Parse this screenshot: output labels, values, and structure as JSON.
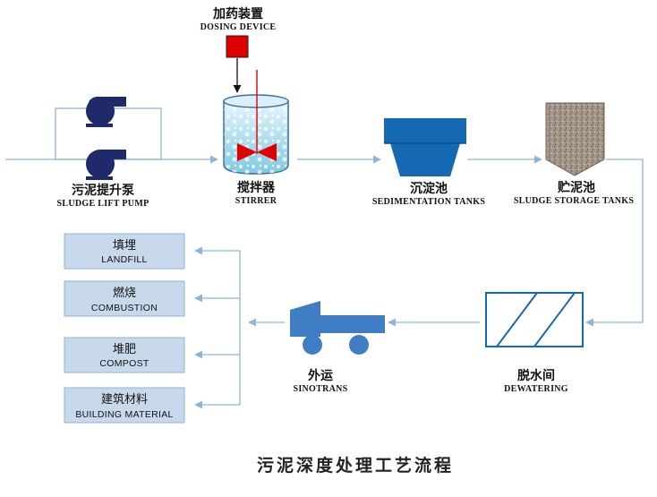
{
  "colors": {
    "line": "#8fb3d9",
    "pump": "#1f2a6b",
    "red": "#e00000",
    "tank_blue": "#1569b3",
    "box_fill": "#c9d9ec",
    "box_stroke": "#8fb3d9",
    "truck_blue": "#3f7ec4"
  },
  "dosing": {
    "cn": "加药装置",
    "en": "DOSING DEVICE"
  },
  "pump": {
    "cn": "污泥提升泵",
    "en": "SLUDGE LIFT PUMP"
  },
  "stirrer": {
    "cn": "搅拌器",
    "en": "STIRRER"
  },
  "sedimentation": {
    "cn": "沉淀池",
    "en": "SEDIMENTATION TANKS"
  },
  "storage": {
    "cn": "贮泥池",
    "en": "SLUDGE STORAGE TANKS"
  },
  "dewatering": {
    "cn": "脱水间",
    "en": "DEWATERING"
  },
  "transport": {
    "cn": "外运",
    "en": "SINOTRANS"
  },
  "destinations": [
    {
      "cn": "填埋",
      "en": "LANDFILL"
    },
    {
      "cn": "燃烧",
      "en": "COMBUSTION"
    },
    {
      "cn": "堆肥",
      "en": "COMPOST"
    },
    {
      "cn": "建筑材料",
      "en": "BUILDING MATERIAL"
    }
  ],
  "title": "污泥深度处理工艺流程"
}
